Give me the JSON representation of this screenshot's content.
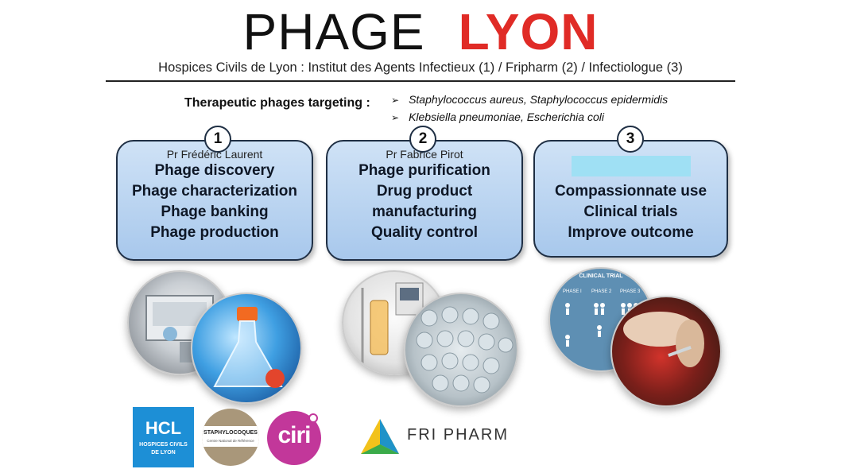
{
  "header": {
    "title_part1": "PHAGE",
    "title_part2": "LYON",
    "subtitle": "Hospices Civils de Lyon : Institut des Agents Infectieux (1) / Fripharm (2) / Infectiologue (3)"
  },
  "targets": {
    "label": "Therapeutic phages targeting :",
    "items": [
      "Staphylococcus aureus, Staphylococcus epidermidis",
      "Klebsiella pneumoniae, Escherichia coli"
    ]
  },
  "panels": [
    {
      "number": "1",
      "person": "Pr Frédéric Laurent",
      "lines": [
        "Phage discovery",
        "Phage characterization",
        "Phage banking",
        "Phage production"
      ]
    },
    {
      "number": "2",
      "person": "Pr Fabrice Pirot",
      "lines": [
        "Phage purification",
        "Drug product",
        "manufacturing",
        "Quality control"
      ]
    },
    {
      "number": "3",
      "person": "",
      "lines": [
        "Compassionnate use",
        "Clinical trials",
        "Improve outcome"
      ]
    }
  ],
  "trial_graphic": {
    "heading": "CLINICAL TRIAL",
    "phases": [
      "PHASE I",
      "PHASE 2",
      "PHASE 3"
    ]
  },
  "logos": {
    "hcl": {
      "abbr": "HCL",
      "line1": "HOSPICES CIVILS",
      "line2": "DE LYON"
    },
    "staph": {
      "name": "STAPHYLOCOQUES",
      "sub": "Centre National de Référence"
    },
    "ciri": "ciri",
    "fripharm": "FRI PHARM"
  },
  "colors": {
    "accent_red": "#e02b26",
    "box_fill": "#bcd6f1",
    "hcl_blue": "#1d8fd6",
    "ciri_magenta": "#c2379a"
  }
}
